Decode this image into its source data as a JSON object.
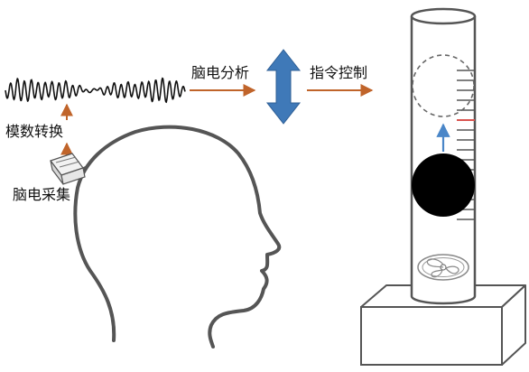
{
  "labels": {
    "eeg_analysis": "脑电分析",
    "command_control": "指令控制",
    "ad_conversion": "模数转换",
    "eeg_acquisition": "脑电采集"
  },
  "colors": {
    "line": "#111111",
    "head_outline": "#555555",
    "arrow_orange": "#c0642a",
    "arrow_blue": "#4a86c8",
    "double_arrow_blue": "#3f79b8",
    "ball": "#000000",
    "scale_marker_red": "#d9534f",
    "dashed_circle": "#666666"
  }
}
